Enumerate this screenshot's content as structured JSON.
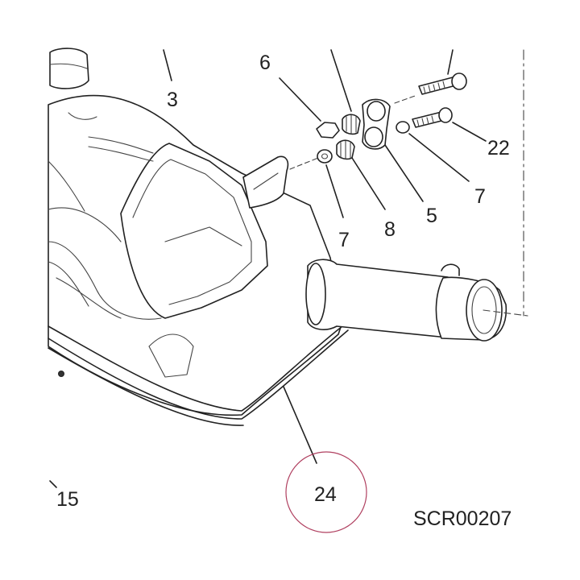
{
  "diagram": {
    "callouts": {
      "c3": "3",
      "c6": "6",
      "c7a": "7",
      "c7b": "7",
      "c8": "8",
      "c5": "5",
      "c22": "22",
      "c15": "15",
      "c24": "24"
    },
    "reference_code": "SCR00207",
    "colors": {
      "line": "#222222",
      "highlight_circle": "#b04060"
    }
  }
}
